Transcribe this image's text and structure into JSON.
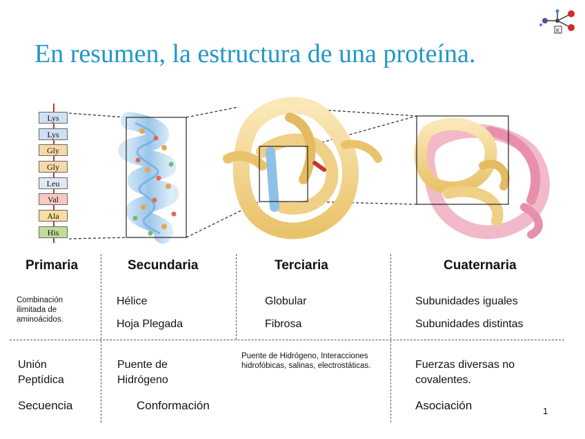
{
  "slide": {
    "title": "En resumen, la estructura de una proteína.",
    "page_number": "1"
  },
  "logo": {
    "icon": "molecule-logo-icon",
    "letter": "K"
  },
  "residues": [
    "Lys",
    "Lys",
    "Gly",
    "Gly",
    "Leu",
    "Val",
    "Ala",
    "His"
  ],
  "residue_colors": [
    "#cfe0f2",
    "#cfe0f2",
    "#f6d9a8",
    "#f6d9a8",
    "#dfe8f4",
    "#f7c9c2",
    "#f8dca0",
    "#bfdc9b"
  ],
  "columns": [
    {
      "header": "Primaria",
      "row1": "Combinación ilimitada de aminoácidos.",
      "row2": "Unión Peptídica",
      "row3": "Secuencia"
    },
    {
      "header": "Secundaria",
      "row1a": "Hélice",
      "row1b": "Hoja Plegada",
      "row2": "Puente de Hidrógeno",
      "row3": "Conformación"
    },
    {
      "header": "Terciaria",
      "row1a": "Globular",
      "row1b": "Fibrosa",
      "row2": "Puente de Hidrógeno, Interacciones hidrofóbicas, salinas, electrostáticas."
    },
    {
      "header": "Cuaternaria",
      "row1a": "Subunidades iguales",
      "row1b": "Subunidades distintas",
      "row2": "Fuerzas diversas no covalentes.",
      "row3": "Asociación"
    }
  ]
}
